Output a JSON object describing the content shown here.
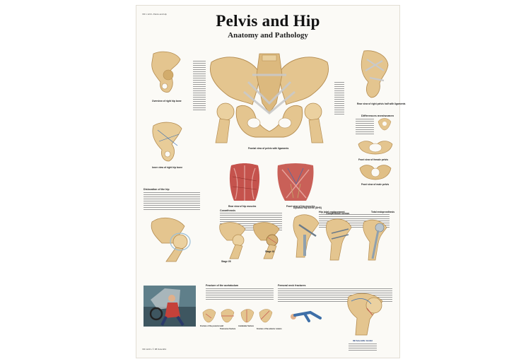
{
  "poster": {
    "title": "Pelvis and Hip",
    "subtitle": "Anatomy and Pathology",
    "top_left_note": "VR 1 123 L Pelvis and Hip",
    "captions": {
      "overview_right_hip_bone": "Overview of right hip bone",
      "inner_view_right_hip_bone": "Inner view of right hip bone",
      "frontal_view_pelvis_ligaments": "Frontal view of pelvis with ligaments",
      "rear_view_right_pelvis_half": "Rear view of right pelvis half with ligaments",
      "differences_men_women": "Differences men/women",
      "front_view_female_pelvis": "Front view of female pelvis",
      "front_view_male_pelvis": "Front view of male pelvis",
      "rear_view_hip_muscles": "Rear view of hip muscles",
      "front_view_hip_muscles": "Front view of hip muscles",
      "dislocation_of_hip": "Dislocation of the hip",
      "hip_joint_replacement": "Hip joint replacement",
      "coxarthrosis": "Coxarthrosis",
      "stage_1_2": "Stage I/II",
      "stage_3": "Stage III",
      "dynamic_hip_screw": "Dynamic hip screw (DHS)",
      "compression_screws": "Compression screws",
      "total_endoprosthesis": "Total endoprosthesis",
      "fracture_acetabulum": "Fracture of the acetabulum",
      "femoral_neck_fractures": "Femoral neck fractures",
      "fracture_types": [
        "Fracture of the posterior wall",
        "Transverse fracture",
        "Acetabular fracture",
        "Fracture of the anterior column"
      ]
    },
    "publisher": "3B Scientific GmbH",
    "bottom_left_note": "VR 1123 L  © 3B Scientific"
  },
  "colors": {
    "bone": "#e4c58f",
    "bone_dark": "#b48c50",
    "ligament": "#c9c9c9",
    "muscle": "#c5534d",
    "muscle_light": "#e6a59e",
    "background": "#fbfaf6"
  }
}
